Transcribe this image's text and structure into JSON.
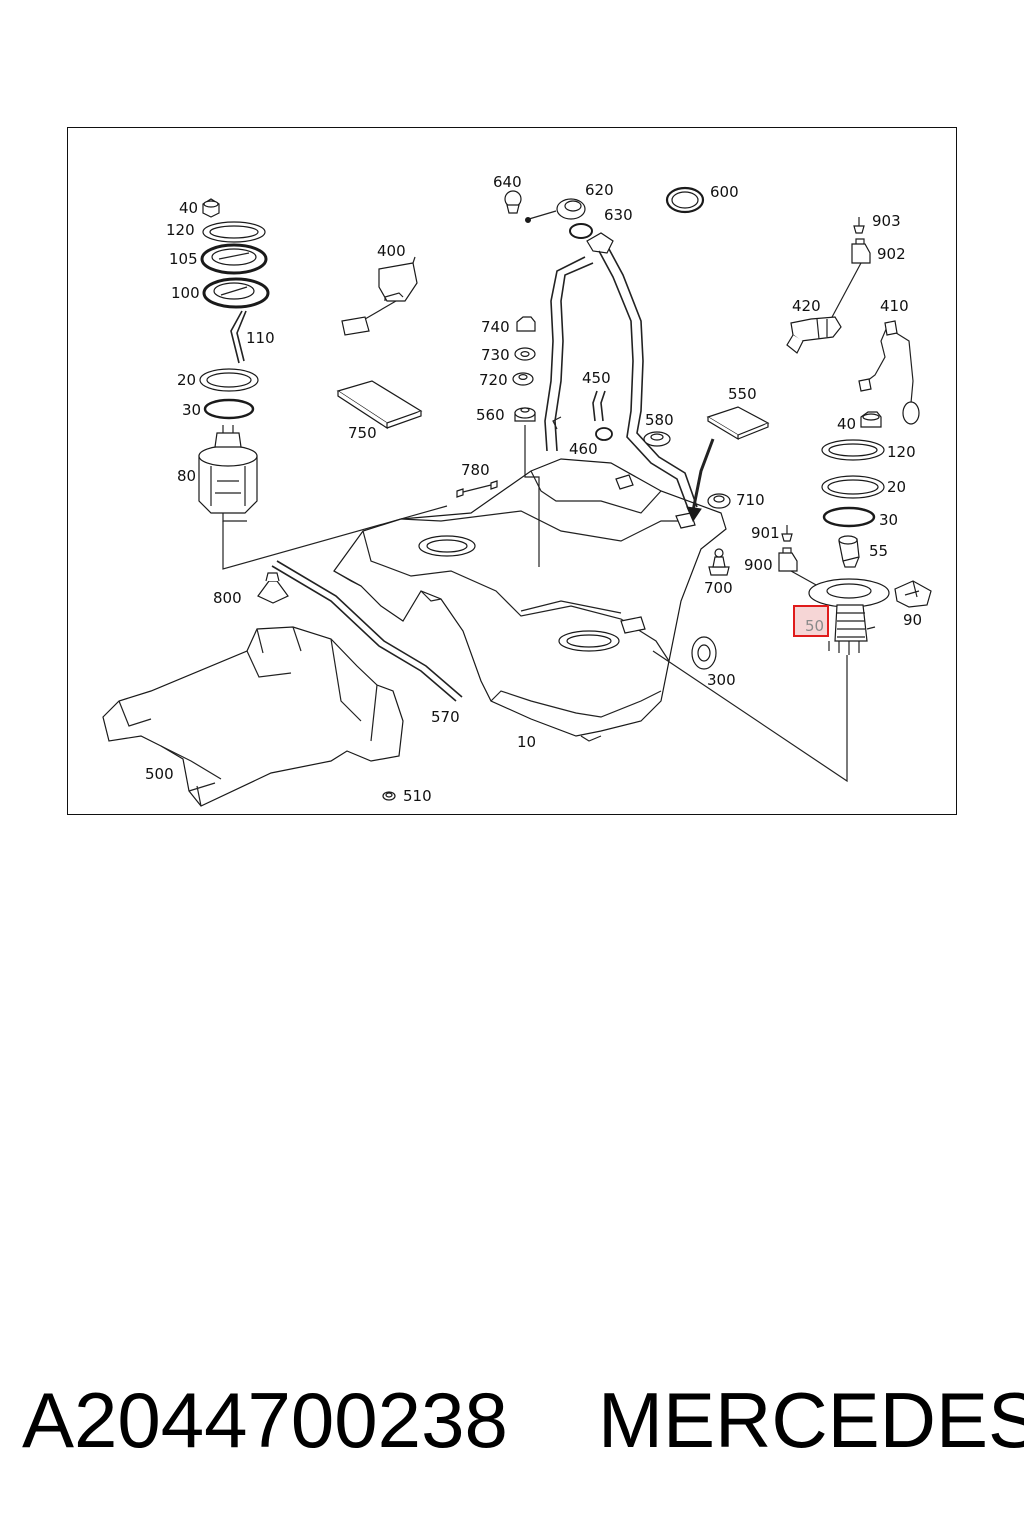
{
  "diagram": {
    "callouts": {
      "c40a": "40",
      "c120a": "120",
      "c105": "105",
      "c100": "100",
      "c110": "110",
      "c20a": "20",
      "c30a": "30",
      "c80": "80",
      "c400": "400",
      "c750": "750",
      "c780": "780",
      "c800": "800",
      "c570": "570",
      "c500": "500",
      "c510": "510",
      "c10": "10",
      "c640": "640",
      "c620": "620",
      "c630": "630",
      "c600": "600",
      "c740": "740",
      "c730": "730",
      "c720": "720",
      "c560": "560",
      "c450": "450",
      "c460": "460",
      "c580": "580",
      "c550": "550",
      "c710": "710",
      "c700": "700",
      "c300": "300",
      "c903": "903",
      "c902": "902",
      "c420": "420",
      "c410": "410",
      "c40b": "40",
      "c120b": "120",
      "c20b": "20",
      "c30b": "30",
      "c55": "55",
      "c901": "901",
      "c900": "900",
      "c90": "90"
    },
    "highlighted": {
      "label": "50",
      "color": "#e01b1b"
    }
  },
  "footer": {
    "part_number": "A2044700238",
    "brand": "MERCEDES"
  }
}
